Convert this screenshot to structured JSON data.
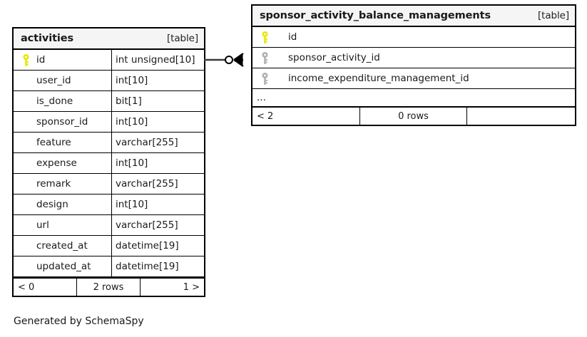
{
  "diagram": {
    "caption": "Generated by SchemaSpy",
    "tables": [
      {
        "id": "activities",
        "title": "activities",
        "tag": "[table]",
        "columns": [
          {
            "key": "primary",
            "name": "id",
            "type": "int unsigned[10]"
          },
          {
            "key": "none",
            "name": "user_id",
            "type": "int[10]"
          },
          {
            "key": "none",
            "name": "is_done",
            "type": "bit[1]"
          },
          {
            "key": "none",
            "name": "sponsor_id",
            "type": "int[10]"
          },
          {
            "key": "none",
            "name": "feature",
            "type": "varchar[255]"
          },
          {
            "key": "none",
            "name": "expense",
            "type": "int[10]"
          },
          {
            "key": "none",
            "name": "remark",
            "type": "varchar[255]"
          },
          {
            "key": "none",
            "name": "design",
            "type": "int[10]"
          },
          {
            "key": "none",
            "name": "url",
            "type": "varchar[255]"
          },
          {
            "key": "none",
            "name": "created_at",
            "type": "datetime[19]"
          },
          {
            "key": "none",
            "name": "updated_at",
            "type": "datetime[19]"
          }
        ],
        "footer": {
          "prev": "< 0",
          "rows": "2 rows",
          "next": "1 >"
        }
      },
      {
        "id": "sponsor_activity_balance_managements",
        "title": "sponsor_activity_balance_managements",
        "tag": "[table]",
        "columns": [
          {
            "key": "primary",
            "name": "id"
          },
          {
            "key": "foreign",
            "name": "sponsor_activity_id"
          },
          {
            "key": "foreign",
            "name": "income_expenditure_management_id"
          }
        ],
        "more_indicator": "...",
        "footer": {
          "prev": "< 2",
          "rows": "0 rows",
          "next": ""
        }
      }
    ],
    "relationship": {
      "from": "activities.id",
      "to": "sponsor_activity_balance_managements.sponsor_activity_id",
      "source_cardinality": "zero-or-one",
      "target_cardinality": "many"
    },
    "colors": {
      "primary_key": "#e8e800",
      "foreign_key": "#b0b0b0",
      "border": "#000000",
      "title_background": "#f5f5f5",
      "page_background": "#ffffff",
      "text": "#1a1a1a"
    },
    "icons": {
      "primary_key": "key-icon",
      "foreign_key": "key-icon"
    }
  }
}
